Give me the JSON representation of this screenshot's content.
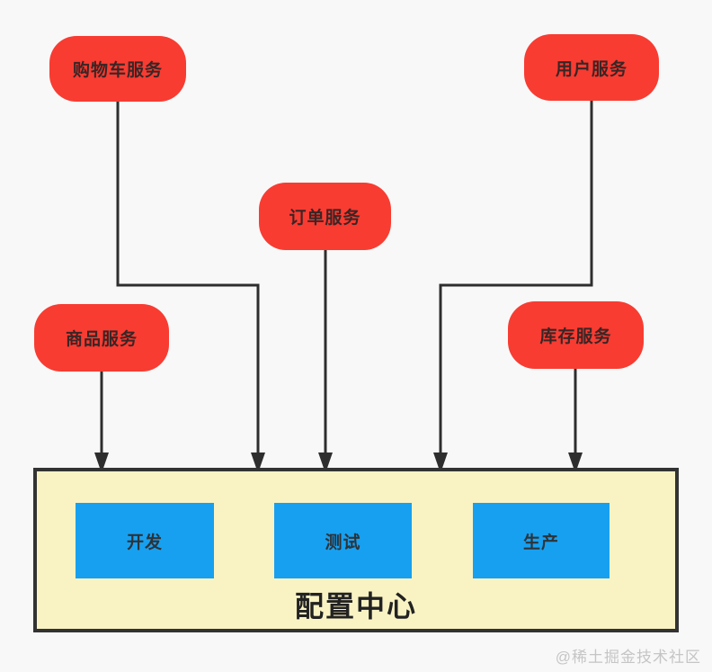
{
  "diagram": {
    "services": [
      {
        "id": "cart",
        "label": "购物车服务"
      },
      {
        "id": "user",
        "label": "用户服务"
      },
      {
        "id": "order",
        "label": "订单服务"
      },
      {
        "id": "product",
        "label": "商品服务"
      },
      {
        "id": "inventory",
        "label": "库存服务"
      }
    ],
    "config_center": {
      "title": "配置中心",
      "environments": [
        {
          "id": "dev",
          "label": "开发"
        },
        {
          "id": "test",
          "label": "测试"
        },
        {
          "id": "prod",
          "label": "生产"
        }
      ]
    },
    "connections": [
      {
        "from": "购物车服务",
        "to": "配置中心"
      },
      {
        "from": "用户服务",
        "to": "配置中心"
      },
      {
        "from": "订单服务",
        "to": "配置中心"
      },
      {
        "from": "商品服务",
        "to": "配置中心"
      },
      {
        "from": "库存服务",
        "to": "配置中心"
      }
    ],
    "watermark": "@稀土掘金技术社区",
    "colors": {
      "background": "#f8f8f8",
      "service_fill": "#f83c32",
      "service_text": "#3a2525",
      "config_fill": "#f9f3c4",
      "config_border": "#333333",
      "env_fill": "#18a0f0",
      "env_text": "#2d3338",
      "connector": "#2e2e2e",
      "watermark_text": "#c5c5c5"
    }
  }
}
